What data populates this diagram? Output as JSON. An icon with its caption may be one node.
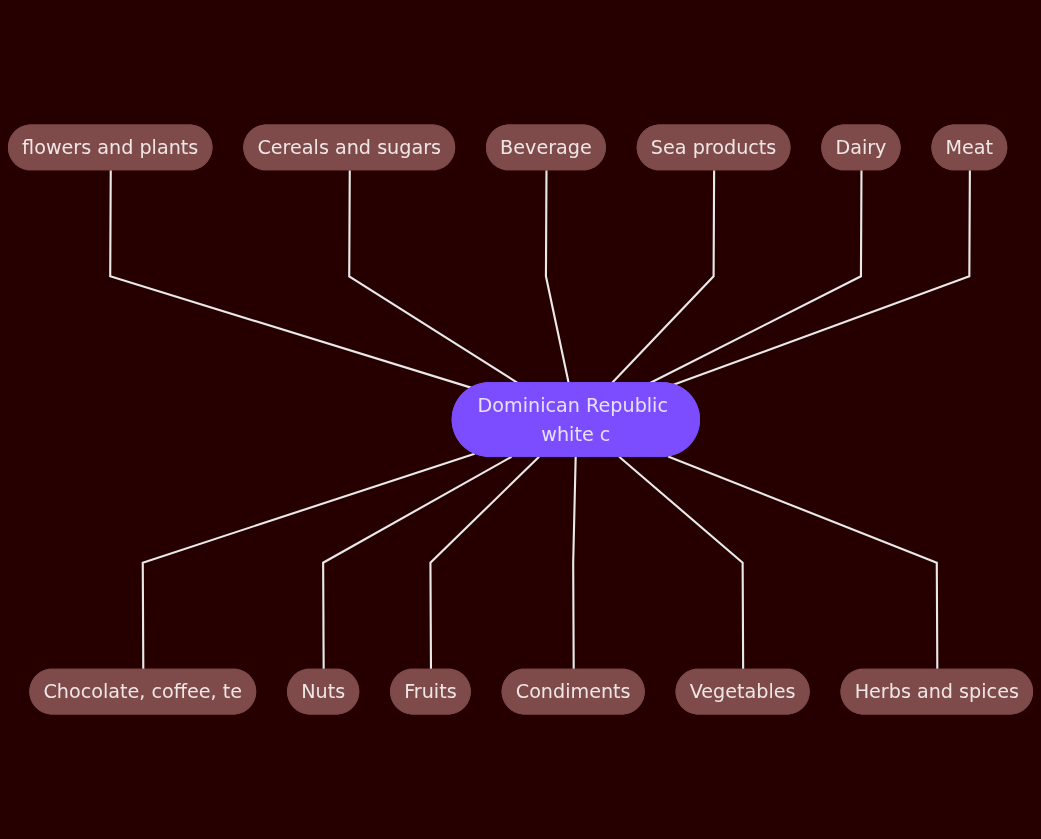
{
  "diagram": {
    "nodes": [
      {
        "text": [
          "flowers and plants"
        ]
      },
      {
        "text": [
          "Cereals and sugars"
        ]
      },
      {
        "text": [
          "Beverage"
        ]
      },
      {
        "text": [
          "Sea products"
        ]
      },
      {
        "text": [
          "Dairy"
        ]
      },
      {
        "text": [
          "Meat"
        ]
      },
      {
        "text": [
          "Dominican Republic white c"
        ]
      },
      {
        "text": [
          "Chocolate, coffee, te"
        ]
      },
      {
        "text": [
          "Nuts"
        ]
      },
      {
        "text": [
          "Fruits"
        ]
      },
      {
        "text": [
          "Condiments"
        ]
      },
      {
        "text": [
          "Vegetables"
        ]
      },
      {
        "text": [
          "Herbs and spices"
        ]
      }
    ],
    "edges": [
      {
        "from": 0,
        "to": 6,
        "arrow": "none"
      },
      {
        "from": 1,
        "to": 6,
        "arrow": "none"
      },
      {
        "from": 2,
        "to": 6,
        "arrow": "none"
      },
      {
        "from": 3,
        "to": 6,
        "arrow": "none"
      },
      {
        "from": 4,
        "to": 6,
        "arrow": "none"
      },
      {
        "from": 5,
        "to": 6,
        "arrow": "none"
      },
      {
        "from": 6,
        "to": 7,
        "arrow": "none"
      },
      {
        "from": 6,
        "to": 8,
        "arrow": "none"
      },
      {
        "from": 6,
        "to": 9,
        "arrow": "none"
      },
      {
        "from": 6,
        "to": 10,
        "arrow": "none"
      },
      {
        "from": 6,
        "to": 11,
        "arrow": "none"
      },
      {
        "from": 6,
        "to": 12,
        "arrow": "none"
      }
    ]
  }
}
